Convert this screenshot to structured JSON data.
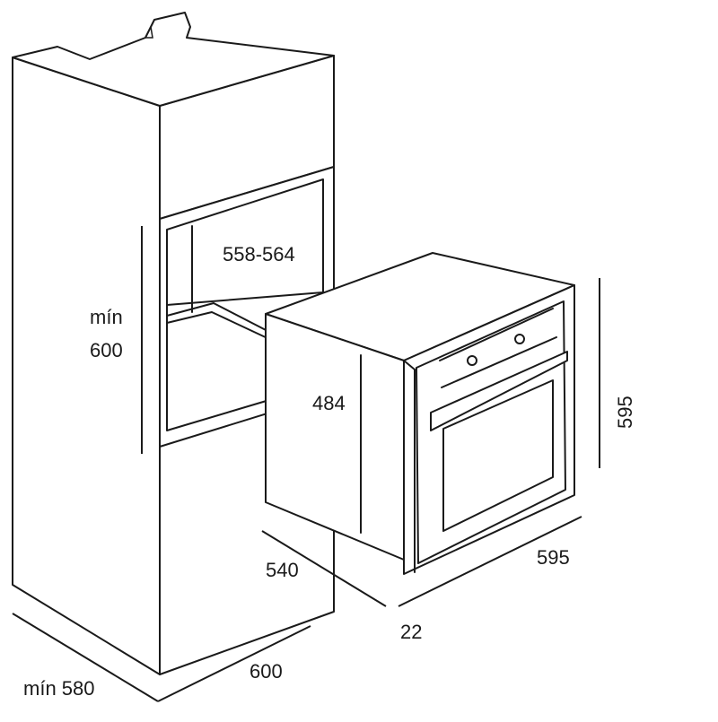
{
  "labels": {
    "cavity_height": "558-564",
    "min_height_word": "mín",
    "min_height_value": "600",
    "oven_side_depth": "484",
    "oven_height": "595",
    "oven_depth": "540",
    "oven_width": "595",
    "oven_front_thickness": "22",
    "cabinet_width": "600",
    "cabinet_depth": "mín 580"
  }
}
